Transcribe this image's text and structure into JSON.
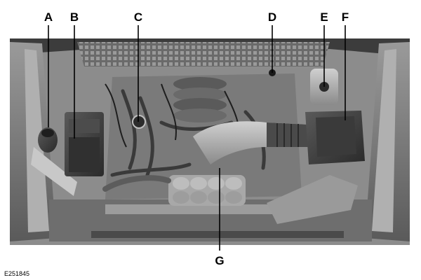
{
  "figure_code": "E251845",
  "callouts": [
    {
      "id": "A",
      "label": "A"
    },
    {
      "id": "B",
      "label": "B"
    },
    {
      "id": "C",
      "label": "C"
    },
    {
      "id": "D",
      "label": "D"
    },
    {
      "id": "E",
      "label": "E"
    },
    {
      "id": "F",
      "label": "F"
    },
    {
      "id": "G",
      "label": "G"
    }
  ],
  "colors": {
    "background": "#ffffff",
    "engine_bay_dark": "#3a3a3a",
    "engine_bay_mid": "#7b7b7b",
    "engine_bay_light": "#b9b9b9",
    "leader": "#000000"
  }
}
